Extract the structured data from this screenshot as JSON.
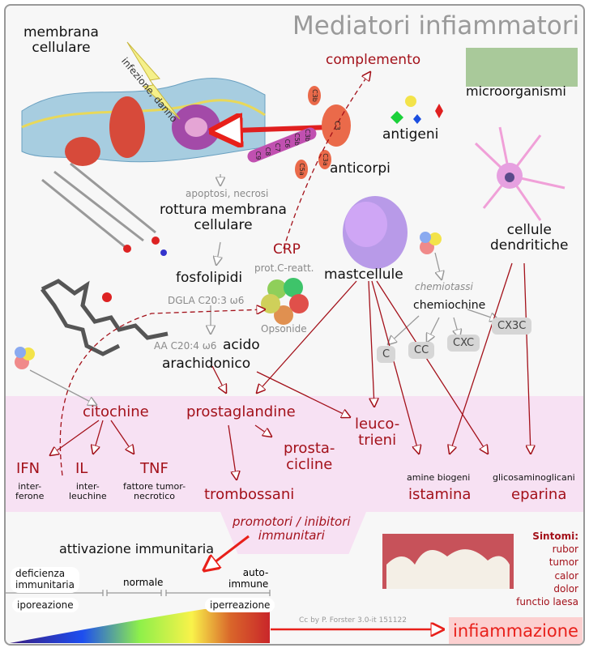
{
  "title": "Mediatori infiammatori",
  "top": {
    "membrana": [
      "membrana",
      "cellulare"
    ],
    "infezione": "infezione, danno",
    "complemento": "complemento",
    "complement_labels": [
      "C3b",
      "C3",
      "C3a",
      "C5a",
      "C3b",
      "C5b",
      "C6",
      "C7",
      "C8",
      "C9"
    ],
    "microorganismi": "microorganismi",
    "antigeni": "antigeni",
    "anticorpi": "anticorpi"
  },
  "pathway": {
    "apoptosi": "apoptosi, necrosi",
    "rottura": [
      "rottura membrana",
      "cellulare"
    ],
    "fosfolipidi": "fosfolipidi",
    "dgla": "DGLA  C20:3 ω6",
    "aa": "AA  C20:4 ω6",
    "acido": [
      "acido",
      "arachidonico"
    ],
    "crp": "CRP",
    "crp_sub": "prot.C-reatt.",
    "opsonide": "Opsonide",
    "mastcellule": "mastcellule",
    "dendritiche": [
      "cellule",
      "dendritiche"
    ],
    "chemiotassi": "chemiotassi",
    "chemiochine": "chemiochine",
    "chemokine_types": [
      "C",
      "CC",
      "CXC",
      "CX3C"
    ]
  },
  "mediators": {
    "citochine": "citochine",
    "prostaglandine": "prostaglandine",
    "leucotrieni": [
      "leuco-",
      "trieni"
    ],
    "prostacicline": [
      "prosta-",
      "cicline"
    ],
    "trombossani": "trombossani",
    "ifn": {
      "name": "IFN",
      "desc": [
        "inter-",
        "ferone"
      ]
    },
    "il": {
      "name": "IL",
      "desc": [
        "inter-",
        "leuchine"
      ]
    },
    "tnf": {
      "name": "TNF",
      "desc": [
        "fattore tumor-",
        "necrotico"
      ]
    },
    "istamina": {
      "name": "istamina",
      "desc": "amine biogeni"
    },
    "eparina": {
      "name": "eparina",
      "desc": "glicosaminoglicani"
    }
  },
  "bottom": {
    "promotori": [
      "promotori / inibitori",
      "immunitari"
    ],
    "attivazione": "attivazione immunitaria",
    "deficienza": [
      "deficienza",
      "immunitaria"
    ],
    "normale": "normale",
    "autoimmune": [
      "auto-",
      "immune"
    ],
    "iporeazione": "iporeazione",
    "iperreazione": "iperreazione",
    "credit": "Cc by P. Forster 3.0-it 151122",
    "infiammazione": "infiammazione",
    "sintomi_title": "Sintomi:",
    "sintomi": [
      "rubor",
      "tumor",
      "calor",
      "dolor",
      "functio laesa"
    ]
  },
  "colors": {
    "mediator_red": "#a3111a",
    "band_pink": "#f7e1f3",
    "arrow_red": "#e8201a",
    "inflammation_bg": "#fcd0d0"
  }
}
